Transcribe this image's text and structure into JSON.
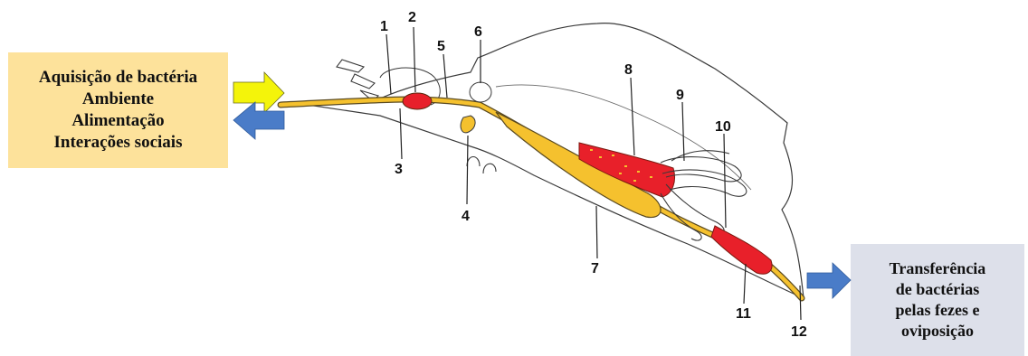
{
  "acquisition_box": {
    "lines": [
      "Aquisição de bactéria",
      "Ambiente",
      "Alimentação",
      "Interações sociais"
    ]
  },
  "transfer_box": {
    "lines": [
      "Transferência",
      "de bactérias",
      "pelas fezes e",
      "oviposição"
    ]
  },
  "part_labels": [
    "1",
    "2",
    "3",
    "4",
    "5",
    "6",
    "7",
    "8",
    "9",
    "10",
    "11",
    "12"
  ],
  "colors": {
    "acquisition_box": "#fde29b",
    "transfer_box": "#dde0ea",
    "arrow_in": "#f4f40a",
    "arrow_out": "#4a7cc8",
    "gut_tract": "#f5c12e",
    "gut_bacteria": "#e8202a"
  }
}
